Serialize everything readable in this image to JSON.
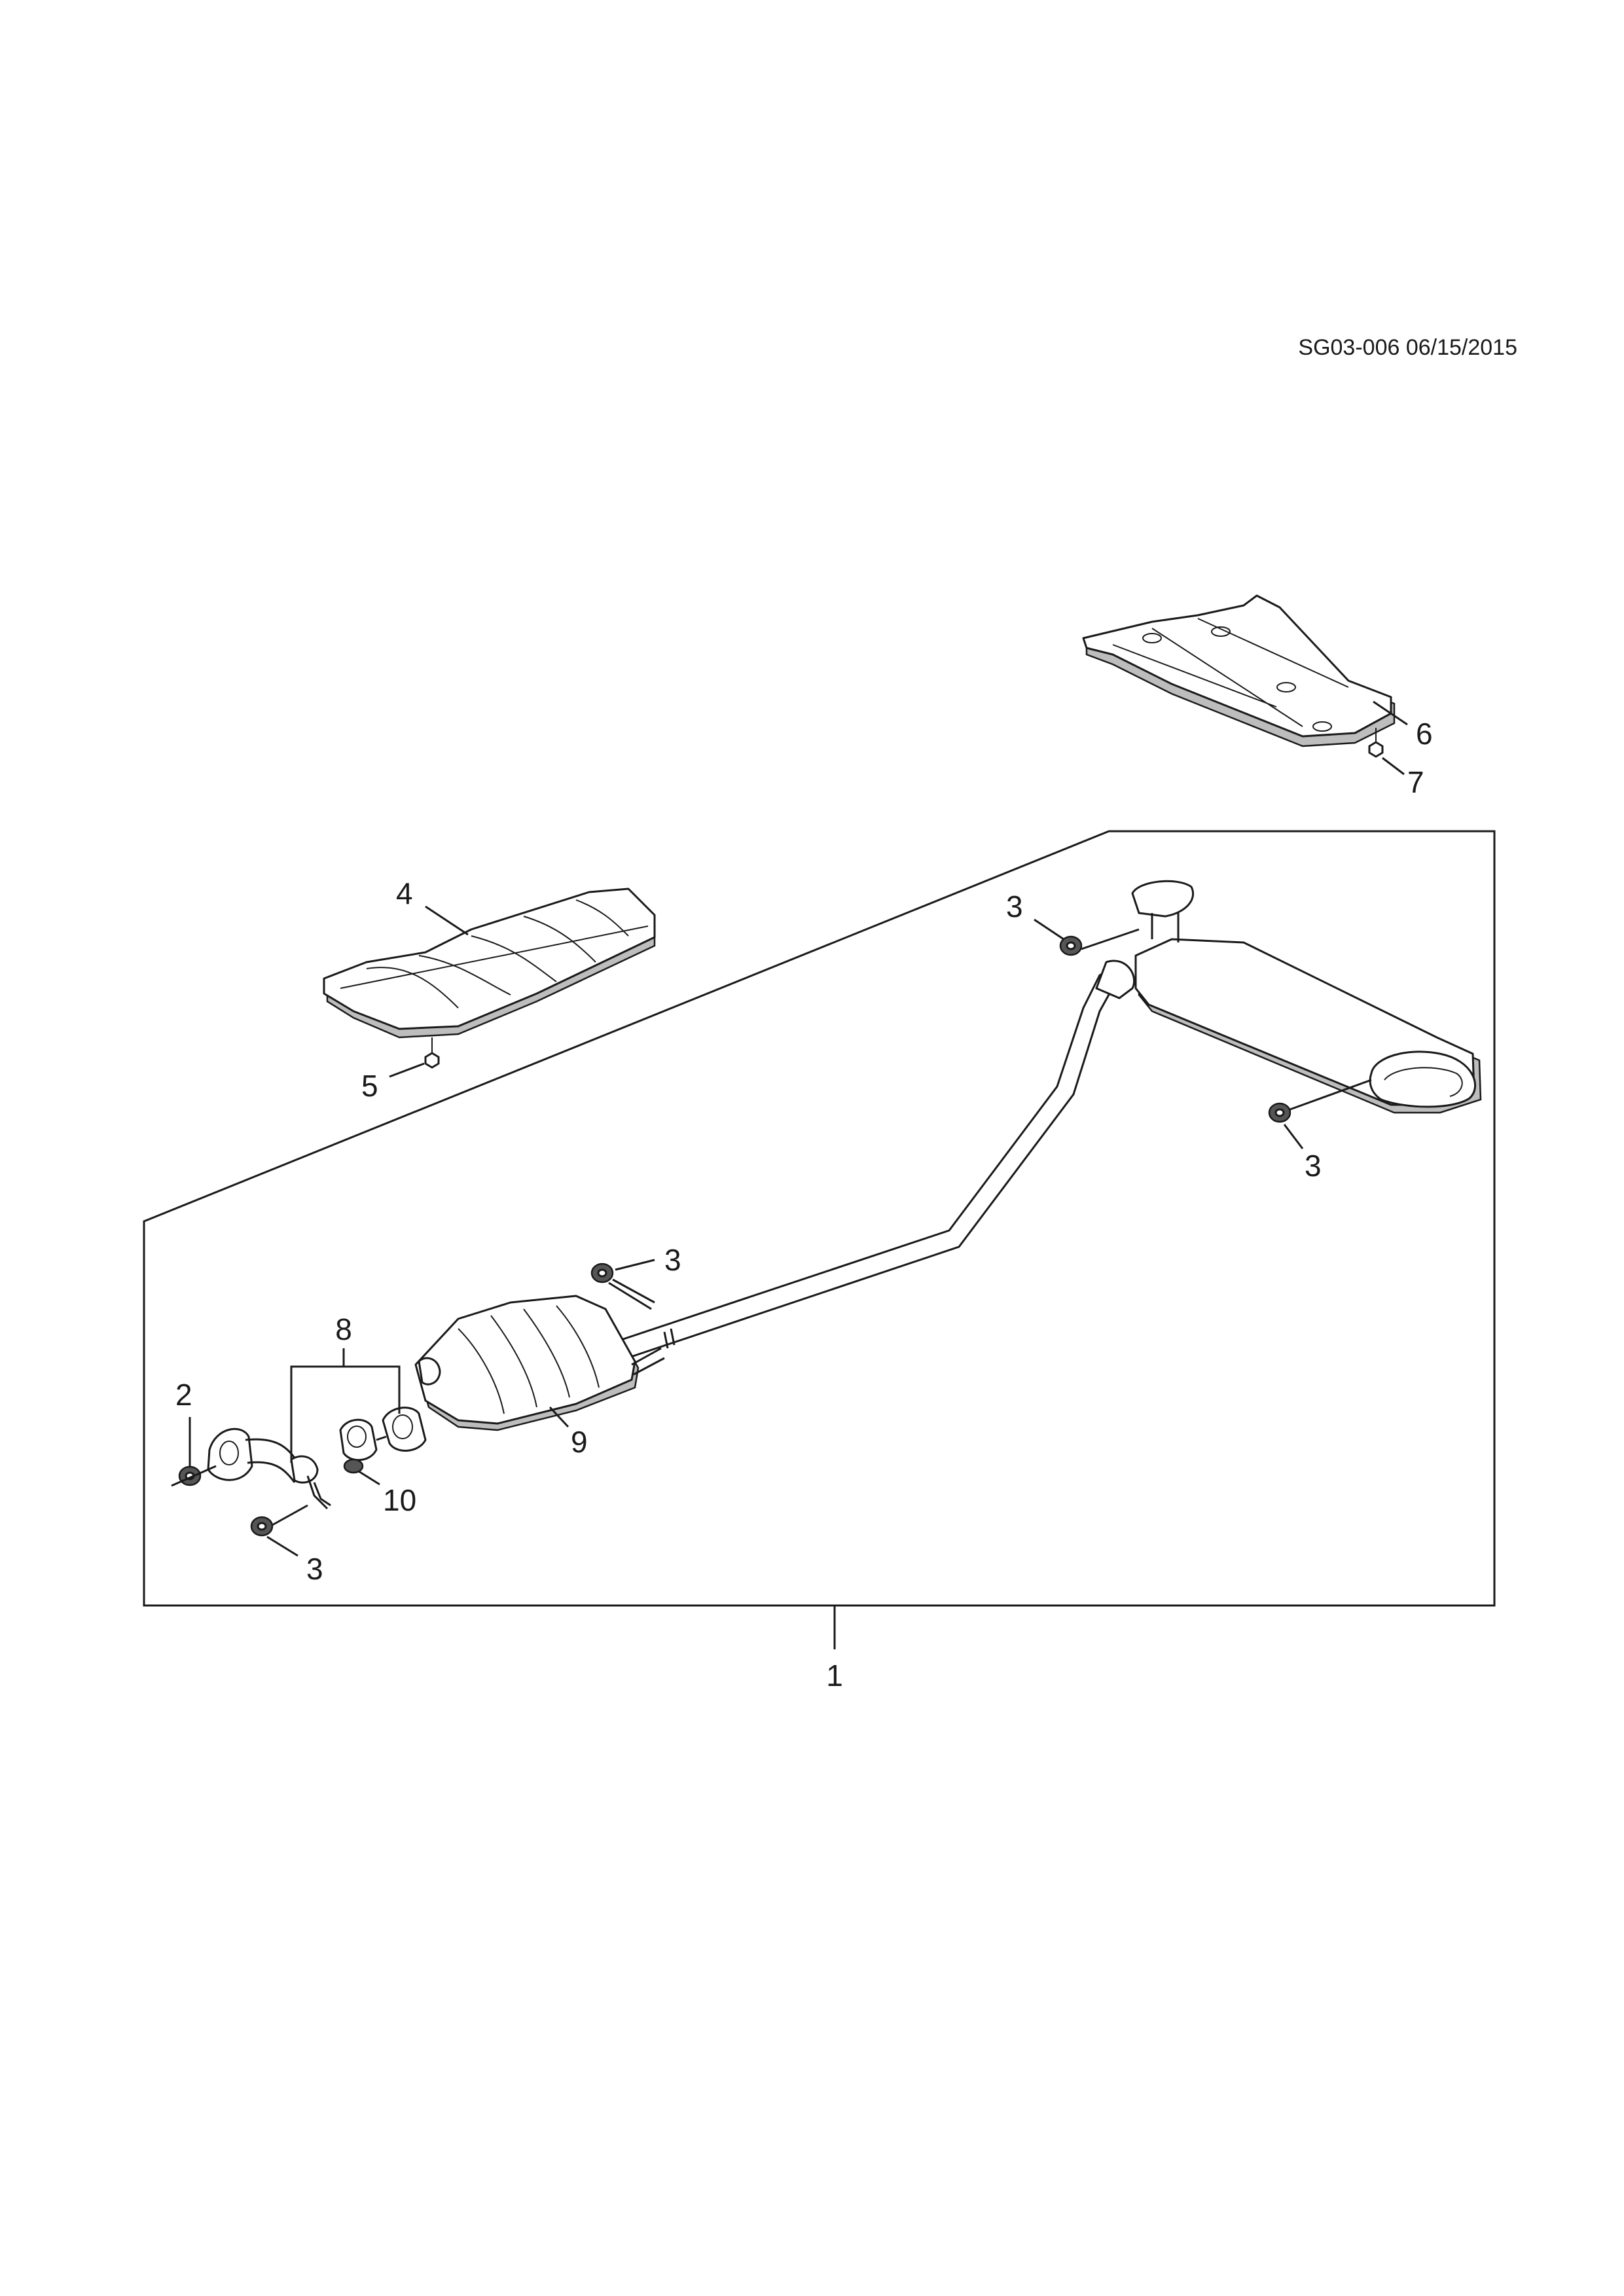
{
  "document_id": "SG03-006 06/15/2015",
  "callouts": {
    "c1": "1",
    "c2": "2",
    "c3a": "3",
    "c3b": "3",
    "c3c": "3",
    "c3d": "3",
    "c4": "4",
    "c5": "5",
    "c6": "6",
    "c7": "7",
    "c8": "8",
    "c9": "9",
    "c10": "10"
  },
  "colors": {
    "line": "#1a1a1a",
    "shading": "#bdbdbd",
    "background": "#ffffff"
  }
}
